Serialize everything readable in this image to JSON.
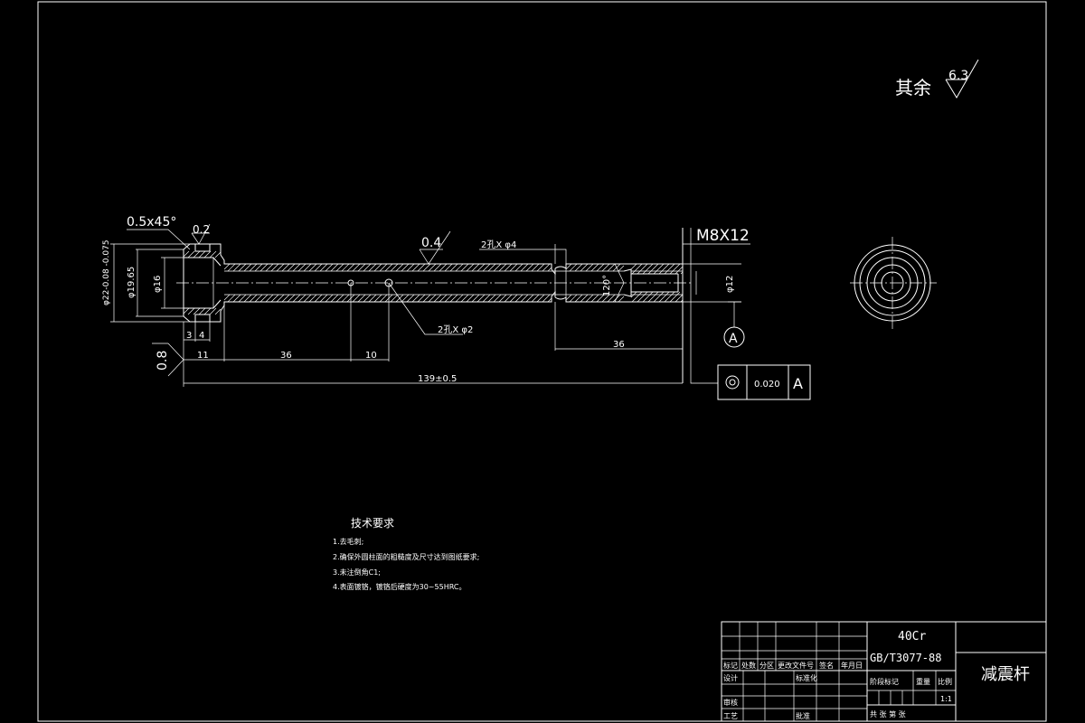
{
  "drawing": {
    "roughness_other_label": "其余",
    "roughness_other_value": "6.3",
    "chamfer_label": "0.5x45°",
    "roughness_head": "0.2",
    "roughness_shaft": "0.4",
    "roughness_end": "0.8",
    "holes_4_label": "2孔X φ4",
    "holes_2_label": "2孔X φ2",
    "thread_label": "M8X12",
    "angle_label": "120°",
    "dim_outer": "φ22-0.08 -0.075",
    "dim_mid": "φ19.65",
    "dim_inner": "φ16",
    "dim_bore": "φ12",
    "dim_3": "3",
    "dim_4": "4",
    "dim_11": "11",
    "dim_36a": "36",
    "dim_10": "10",
    "dim_36b": "36",
    "dim_total": "139±0.5",
    "datum": "A",
    "tolerance_value": "0.020",
    "tolerance_datum": "A"
  },
  "tech_requirements": {
    "title": "技术要求",
    "items": [
      "1.去毛刺;",
      "2.确保外圆柱面的粗糙度及尺寸达到图纸要求;",
      "3.未注倒角C1;",
      "4.表面镀铬，镀铬后硬度为30~55HRC。"
    ]
  },
  "title_block": {
    "material": "40Cr",
    "standard": "GB/T3077-88",
    "part_name": "减震杆",
    "row_labels": [
      "标记",
      "处数",
      "分区",
      "更改文件号",
      "签名",
      "年月日"
    ],
    "design": "设计",
    "standardization": "标准化",
    "stage_mark": "阶段标记",
    "weight": "重量",
    "scale": "比例",
    "scale_value": "1:1",
    "review": "审核",
    "process": "工艺",
    "approve": "批准",
    "sheets": "共  张 第  张"
  }
}
